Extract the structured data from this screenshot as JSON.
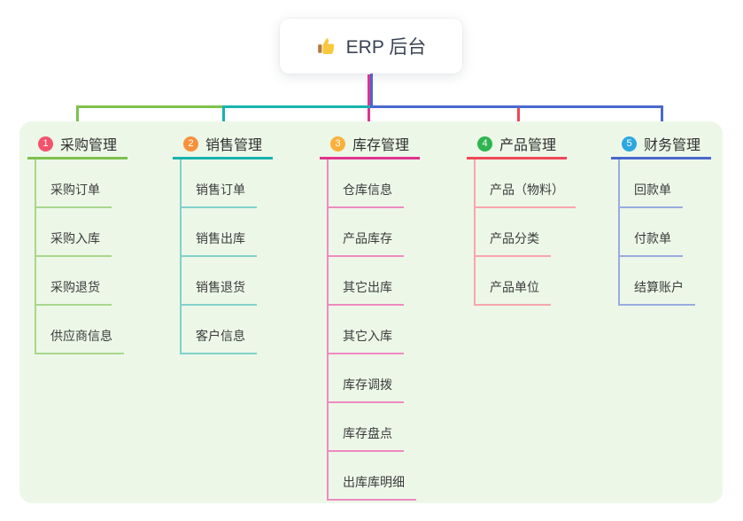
{
  "root": {
    "label": "ERP 后台",
    "icon": "thumbs-up"
  },
  "panel_background": "#ECF7E8",
  "branches": [
    {
      "badge": "1",
      "label": "采购管理",
      "badge_color": "#F4526C",
      "line_color": "#7FC14F",
      "child_line_color": "#A9D78B",
      "children": [
        "采购订单",
        "采购入库",
        "采购退货",
        "供应商信息"
      ]
    },
    {
      "badge": "2",
      "label": "销售管理",
      "badge_color": "#F7913D",
      "line_color": "#17B3AD",
      "child_line_color": "#82D1CA",
      "children": [
        "销售订单",
        "销售出库",
        "销售退货",
        "客户信息"
      ]
    },
    {
      "badge": "3",
      "label": "库存管理",
      "badge_color": "#FBB03B",
      "line_color": "#E0338F",
      "child_line_color": "#EF8AC1",
      "children": [
        "仓库信息",
        "产品库存",
        "其它出库",
        "其它入库",
        "库存调拨",
        "库存盘点",
        "出库库明细"
      ]
    },
    {
      "badge": "4",
      "label": "产品管理",
      "badge_color": "#2EB550",
      "line_color": "#EF4856",
      "child_line_color": "#F8A5AC",
      "children": [
        "产品（物料）",
        "产品分类",
        "产品单位"
      ]
    },
    {
      "badge": "5",
      "label": "财务管理",
      "badge_color": "#2EA7E0",
      "line_color": "#4A68CD",
      "child_line_color": "#9AABDF",
      "children": [
        "回款单",
        "付款单",
        "结算账户"
      ]
    }
  ]
}
